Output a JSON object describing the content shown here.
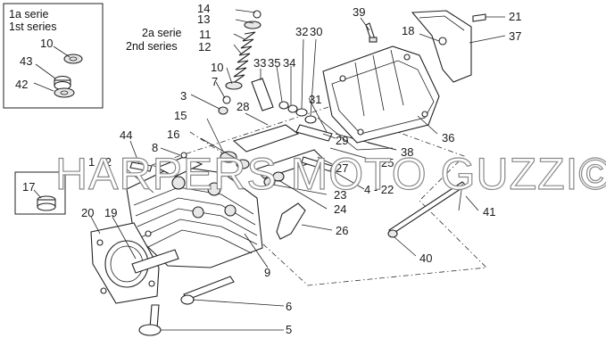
{
  "series_box": {
    "first_series_line1": "1a serie",
    "first_series_line2": "1st series",
    "second_series_line1": "2a serie",
    "second_series_line2": "2nd series"
  },
  "watermark": "HARPERS MOTO GUZZI©",
  "callouts": {
    "c1_2": "1 - 2",
    "c3": "3",
    "c4_22": "4 - 22",
    "c5": "5",
    "c6": "6",
    "c7": "7",
    "c8": "8",
    "c9": "9",
    "c10a": "10",
    "c10b": "10",
    "c11": "11",
    "c12": "12",
    "c13": "13",
    "c14": "14",
    "c15": "15",
    "c16": "16",
    "c17": "17",
    "c18": "18",
    "c19": "19",
    "c20": "20",
    "c21": "21",
    "c23": "23",
    "c24": "24",
    "c25": "25",
    "c26": "26",
    "c27": "27",
    "c28": "28",
    "c29": "29",
    "c30": "30",
    "c31": "31",
    "c32": "32",
    "c33": "33",
    "c34": "34",
    "c35": "35",
    "c36": "36",
    "c37": "37",
    "c38": "38",
    "c39": "39",
    "c40": "40",
    "c41": "41",
    "c42": "42",
    "c43": "43",
    "c44": "44"
  }
}
